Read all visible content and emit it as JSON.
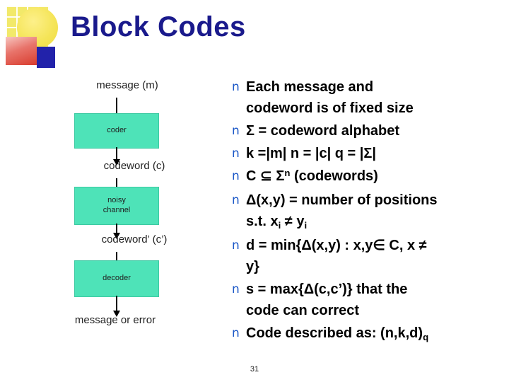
{
  "slide": {
    "title": "Block Codes",
    "page_number": "31"
  },
  "diagram": {
    "nodes": [
      {
        "label": "message (m)",
        "type": "text"
      },
      {
        "label": "coder",
        "type": "box"
      },
      {
        "label": "codeword (c)",
        "type": "text"
      },
      {
        "label": "noisy channel",
        "line1": "noisy",
        "line2": "channel",
        "type": "box"
      },
      {
        "label": "codeword’ (c’)",
        "type": "text"
      },
      {
        "label": "decoder",
        "type": "box"
      },
      {
        "label": "message or error",
        "type": "text"
      }
    ]
  },
  "bullets": {
    "marker": "n",
    "marker_color": "#1a57c7",
    "items": [
      {
        "line1": "Each message and",
        "line2": "codeword is of fixed size"
      },
      {
        "line1": "Σ = codeword alphabet"
      },
      {
        "line1": " k =|m|    n = |c|   q = |Σ|"
      },
      {
        "line1": "C ⊆ Σn (codewords)"
      },
      {
        "line1": "Δ(x,y) = number of positions",
        "line2": "s.t. xi ≠ yi"
      },
      {
        "line1": "d = min{Δ(x,y) : x,y∈ C, x ≠",
        "line2": "y}"
      },
      {
        "line1": "s = max{Δ(c,c’)} that the",
        "line2": "code can correct"
      },
      {
        "line1": "Code described as: (n,k,d)q"
      }
    ]
  },
  "colors": {
    "title": "#1a1a8c",
    "box_fill": "#4ee3b8",
    "bullet_marker": "#1a57c7",
    "text": "#000000"
  }
}
